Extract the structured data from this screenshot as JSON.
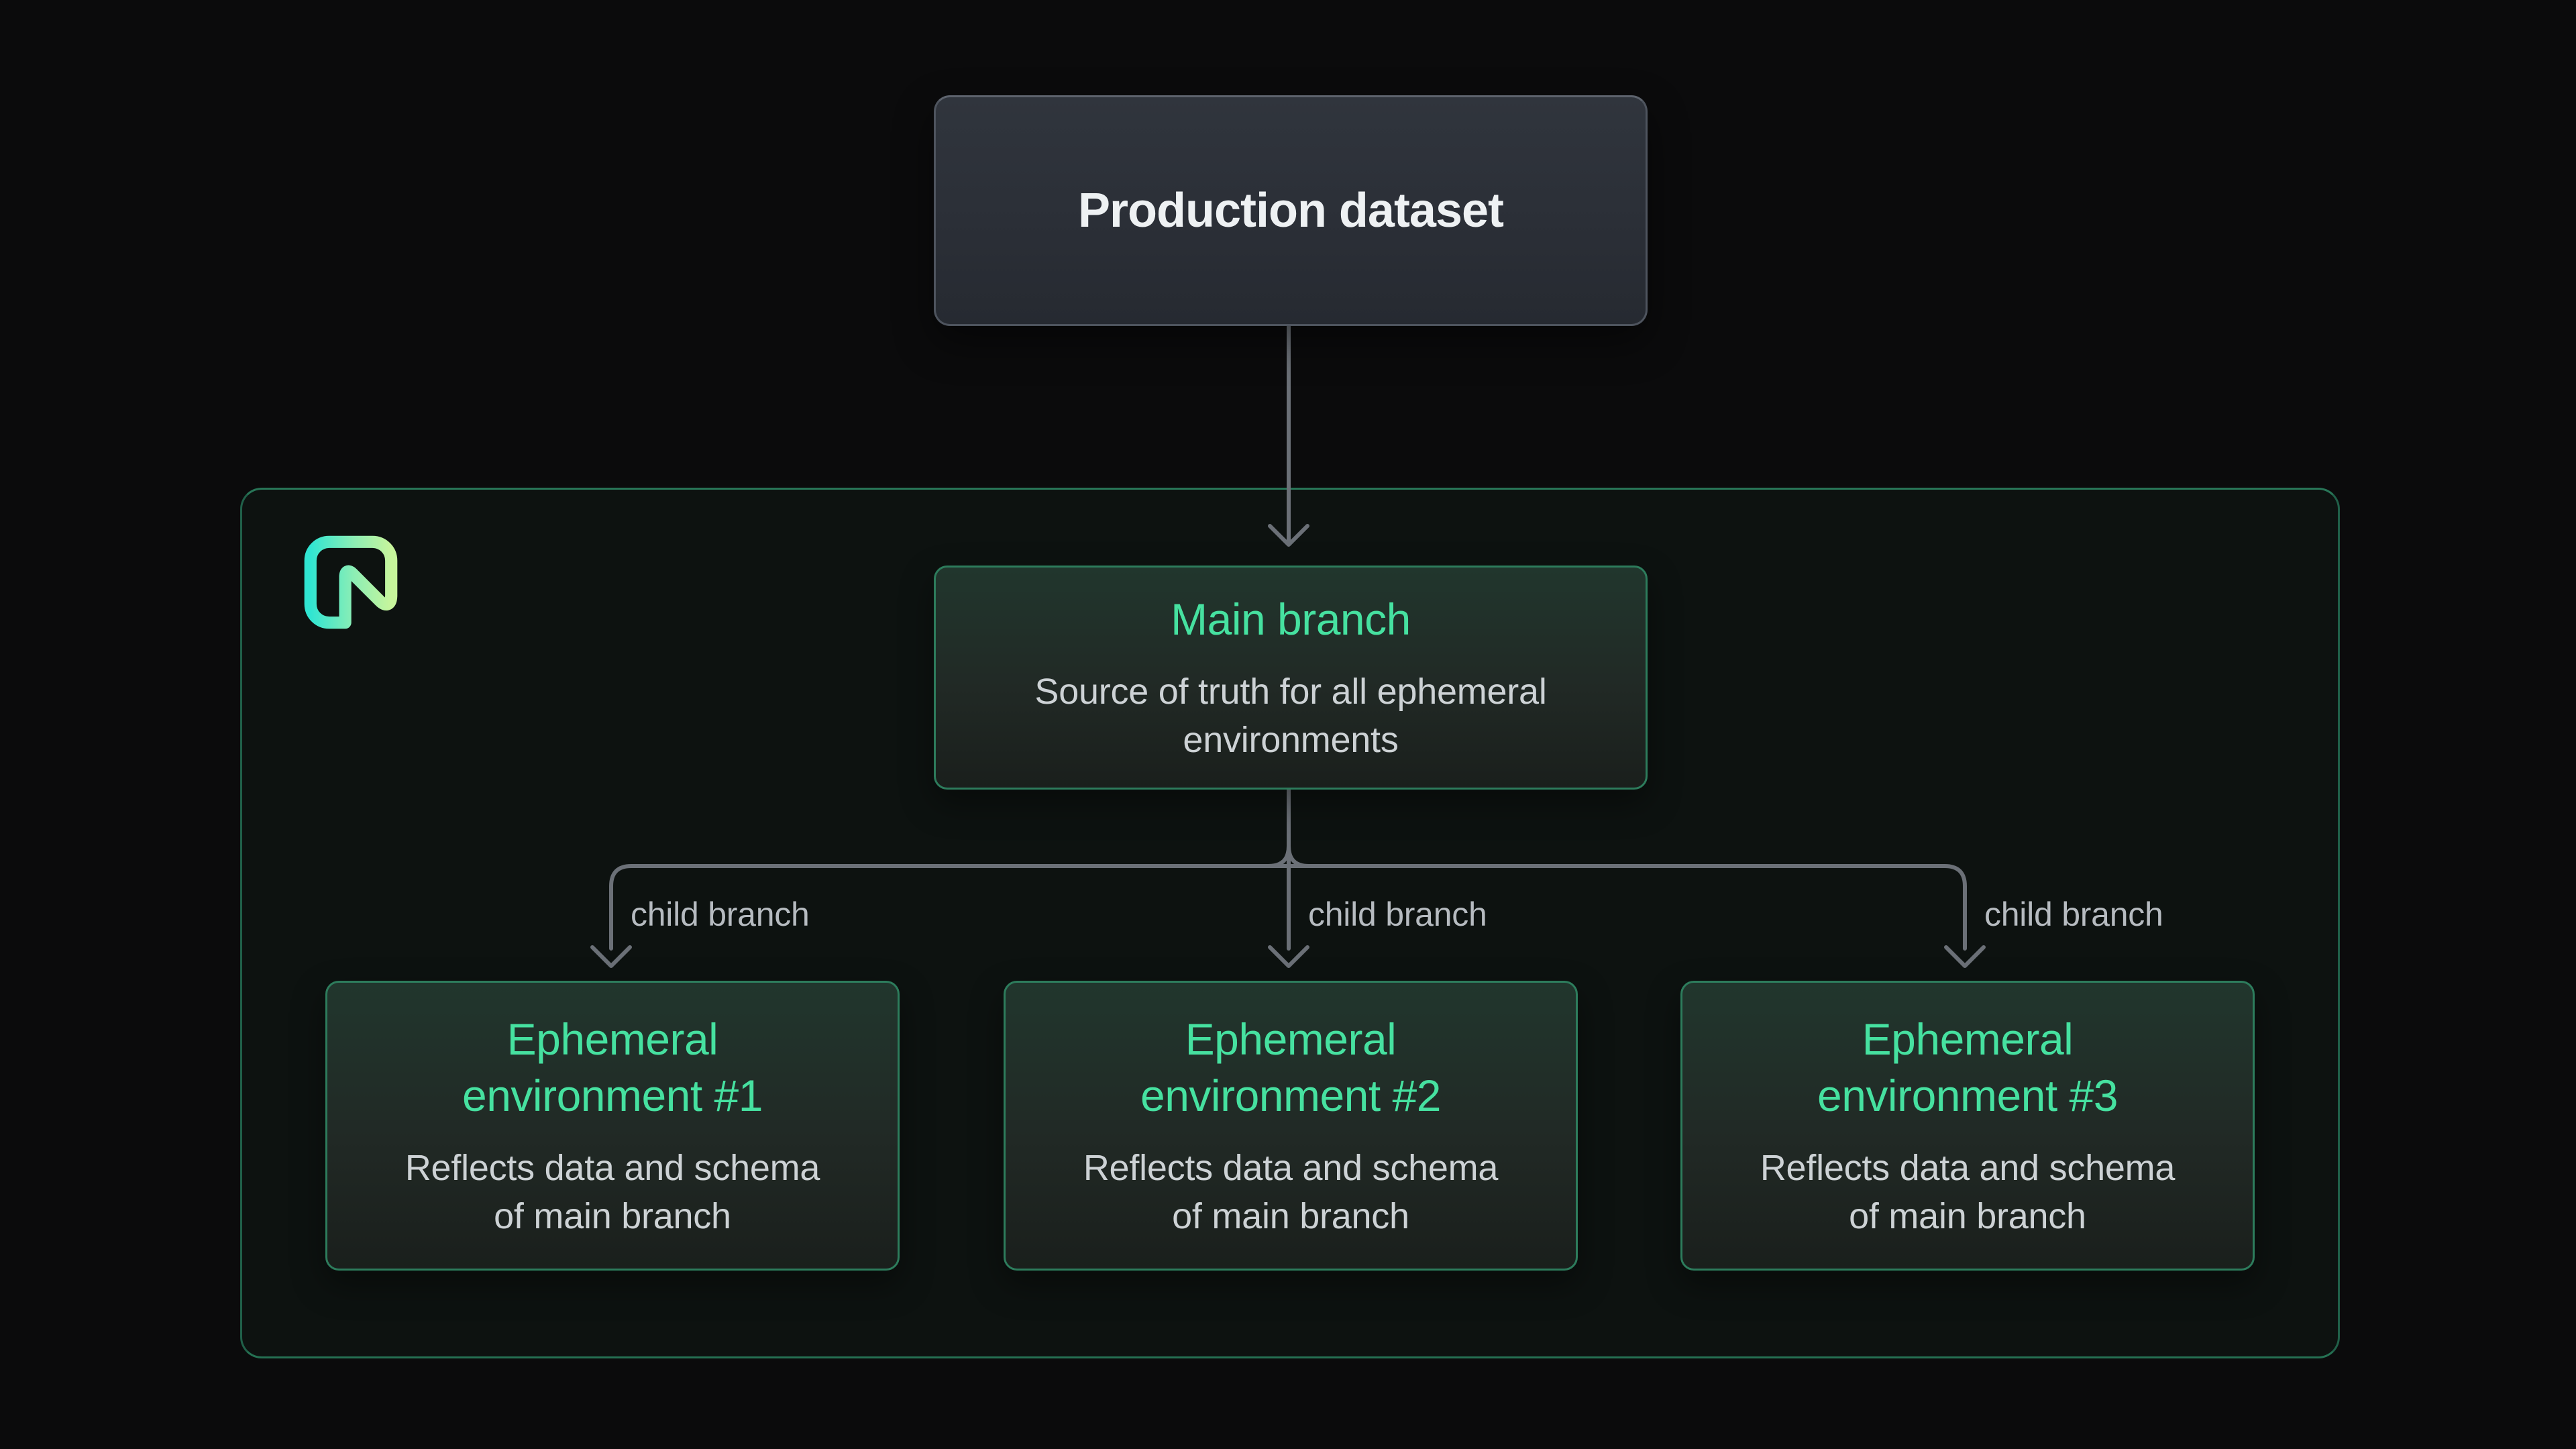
{
  "colors": {
    "page-bg": "#0b0b0c",
    "container-bg": "#0d1210",
    "container-border": "#206049",
    "green-box-border": "#2d7c5c",
    "green-accent": "#46e1a0",
    "body-text": "#cdd2d5",
    "label-text": "#b6bbc0",
    "arrow": "#6b7077",
    "production-border": "#4e545e",
    "production-title": "#eef1f3",
    "logo-gradient-start": "#30e5d2",
    "logo-gradient-end": "#c7f59c"
  },
  "icons": {
    "logo": "neon-logo"
  },
  "production": {
    "title": "Production dataset"
  },
  "main_branch": {
    "title": "Main branch",
    "subtitle_lines": [
      "Source of truth for all ephemeral",
      "environments"
    ]
  },
  "connectors": {
    "labels": [
      "child branch",
      "child branch",
      "child branch"
    ]
  },
  "environments": [
    {
      "title_lines": [
        "Ephemeral",
        "environment #1"
      ],
      "subtitle_lines": [
        "Reflects data and schema",
        "of main branch"
      ]
    },
    {
      "title_lines": [
        "Ephemeral",
        "environment #2"
      ],
      "subtitle_lines": [
        "Reflects data and schema",
        "of main branch"
      ]
    },
    {
      "title_lines": [
        "Ephemeral",
        "environment #3"
      ],
      "subtitle_lines": [
        "Reflects data and schema",
        "of main branch"
      ]
    }
  ]
}
